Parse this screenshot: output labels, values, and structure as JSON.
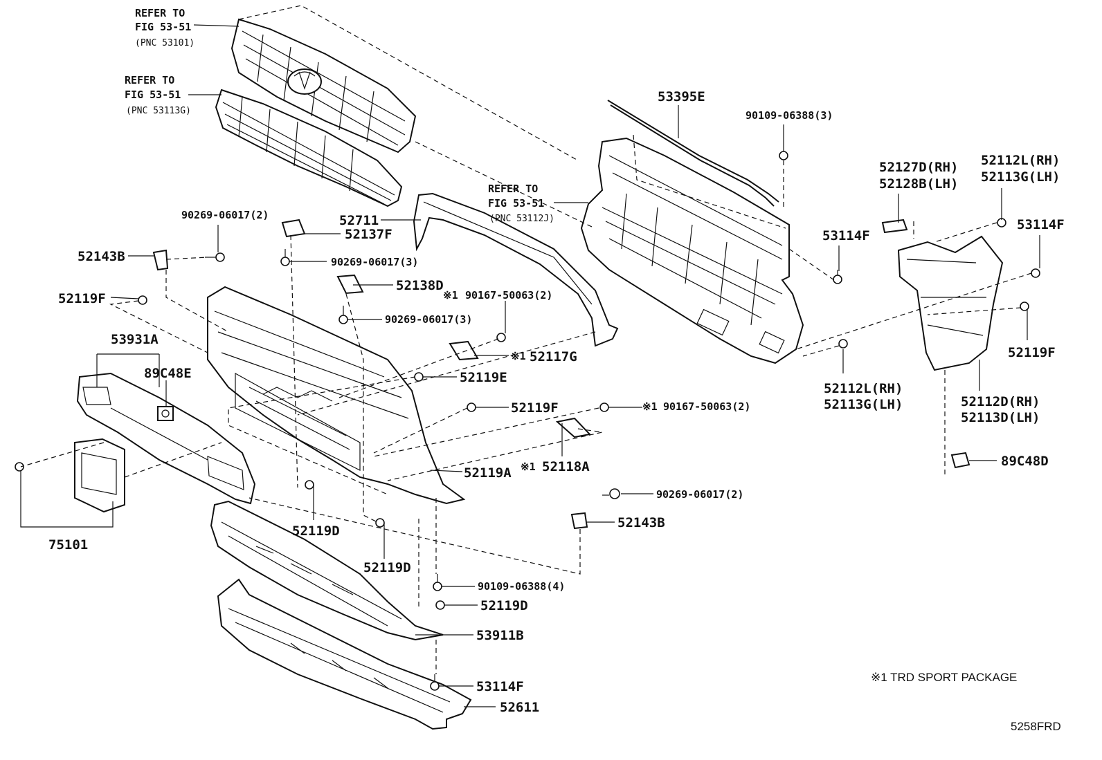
{
  "labels": {
    "refer_grille_1_l1": "REFER TO",
    "refer_grille_1_l2": "FIG 53-51",
    "refer_grille_1_l3": "(PNC 53101)",
    "refer_grille_2_l1": "REFER TO",
    "refer_grille_2_l2": "FIG 53-51",
    "refer_grille_2_l3": "(PNC 53113G)",
    "refer_support_l1": "REFER TO",
    "refer_support_l2": "FIG 53-51",
    "refer_support_l3": "(PNC 53112J)",
    "p53395E": "53395E",
    "p90109_06388_3": "90109-06388(3)",
    "p52127D": "52127D(RH)",
    "p52128B": "52128B(LH)",
    "p52112L_tr": "52112L(RH)",
    "p52113G_tr": "52113G(LH)",
    "p53114F_r1": "53114F",
    "p53114F_r2": "53114F",
    "p52711": "52711",
    "p52137F": "52137F",
    "p90269_06017_2_top": "90269-06017(2)",
    "p90269_06017_3_a": "90269-06017(3)",
    "p52143B_l": "52143B",
    "p52138D": "52138D",
    "p52119F_l": "52119F",
    "p90167_50063_2_a": "90167-50063(2)",
    "p90269_06017_3_b": "90269-06017(3)",
    "p52117G": "52117G",
    "p53931A": "53931A",
    "p89C48E": "89C48E",
    "p52119E": "52119E",
    "p52119F_m": "52119F",
    "p90167_50063_2_b": "90167-50063(2)",
    "p52119A": "52119A",
    "p52118A": "52118A",
    "p90269_06017_2_b": "90269-06017(2)",
    "p52143B_r": "52143B",
    "p52119D_1": "52119D",
    "p52119D_2": "52119D",
    "p90109_06388_4": "90109-06388(4)",
    "p52119D_3": "52119D",
    "p53911B": "53911B",
    "p53114F_b": "53114F",
    "p52611": "52611",
    "p75101": "75101",
    "p52112L_br": "52112L(RH)",
    "p52113G_br": "52113G(LH)",
    "p52119F_r": "52119F",
    "p52112D": "52112D(RH)",
    "p52113D": "52113D(LH)",
    "p89C48D": "89C48D",
    "mark1": "※1",
    "mark2": "※1",
    "mark3": "※1",
    "mark4": "※1"
  },
  "note": "※1 TRD SPORT PACKAGE",
  "diagram_code": "5258FRD"
}
